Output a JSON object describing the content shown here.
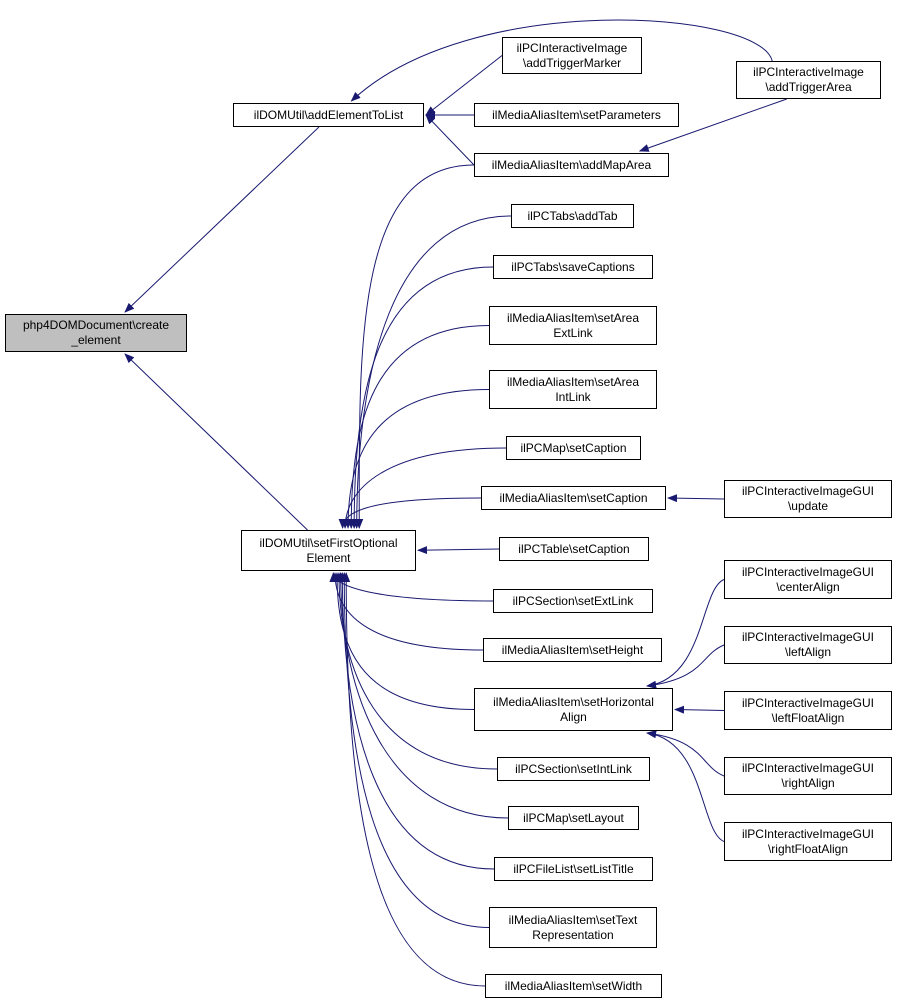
{
  "colors": {
    "edge": "#191970",
    "root_fill": "#bfbfbf",
    "node_fill": "#ffffff",
    "node_border": "#000000"
  },
  "nodes": {
    "create_element": [
      "php4DOMDocument\\create",
      "_element"
    ],
    "addElementToList": [
      "ilDOMUtil\\addElementToList"
    ],
    "setFirstOptionalElement": [
      "ilDOMUtil\\setFirstOptional",
      "Element"
    ],
    "ii_addTriggerMarker": [
      "ilPCInteractiveImage",
      "\\addTriggerMarker"
    ],
    "mai_setParameters": [
      "ilMediaAliasItem\\setParameters"
    ],
    "mai_addMapArea": [
      "ilMediaAliasItem\\addMapArea"
    ],
    "ii_addTriggerArea": [
      "ilPCInteractiveImage",
      "\\addTriggerArea"
    ],
    "tabs_addTab": [
      "ilPCTabs\\addTab"
    ],
    "tabs_saveCaptions": [
      "ilPCTabs\\saveCaptions"
    ],
    "mai_setAreaExtLink": [
      "ilMediaAliasItem\\setArea",
      "ExtLink"
    ],
    "mai_setAreaIntLink": [
      "ilMediaAliasItem\\setArea",
      "IntLink"
    ],
    "map_setCaption": [
      "ilPCMap\\setCaption"
    ],
    "mai_setCaption": [
      "ilMediaAliasItem\\setCaption"
    ],
    "iigui_update": [
      "ilPCInteractiveImageGUI",
      "\\update"
    ],
    "table_setCaption": [
      "ilPCTable\\setCaption"
    ],
    "section_setExtLink": [
      "ilPCSection\\setExtLink"
    ],
    "mai_setHeight": [
      "ilMediaAliasItem\\setHeight"
    ],
    "mai_setHorizontalAlign": [
      "ilMediaAliasItem\\setHorizontal",
      "Align"
    ],
    "iigui_centerAlign": [
      "ilPCInteractiveImageGUI",
      "\\centerAlign"
    ],
    "iigui_leftAlign": [
      "ilPCInteractiveImageGUI",
      "\\leftAlign"
    ],
    "iigui_leftFloatAlign": [
      "ilPCInteractiveImageGUI",
      "\\leftFloatAlign"
    ],
    "iigui_rightAlign": [
      "ilPCInteractiveImageGUI",
      "\\rightAlign"
    ],
    "iigui_rightFloatAlign": [
      "ilPCInteractiveImageGUI",
      "\\rightFloatAlign"
    ],
    "section_setIntLink": [
      "ilPCSection\\setIntLink"
    ],
    "map_setLayout": [
      "ilPCMap\\setLayout"
    ],
    "filelist_setListTitle": [
      "ilPCFileList\\setListTitle"
    ],
    "mai_setTextRepresentation": [
      "ilMediaAliasItem\\setText",
      "Representation"
    ],
    "mai_setWidth": [
      "ilMediaAliasItem\\setWidth"
    ]
  },
  "edges": [
    [
      "addElementToList",
      "create_element"
    ],
    [
      "setFirstOptionalElement",
      "create_element"
    ],
    [
      "ii_addTriggerMarker",
      "addElementToList"
    ],
    [
      "mai_setParameters",
      "addElementToList"
    ],
    [
      "mai_addMapArea",
      "addElementToList"
    ],
    [
      "ii_addTriggerArea",
      "addElementToList"
    ],
    [
      "ii_addTriggerArea",
      "mai_addMapArea"
    ],
    [
      "mai_addMapArea",
      "setFirstOptionalElement"
    ],
    [
      "tabs_addTab",
      "setFirstOptionalElement"
    ],
    [
      "tabs_saveCaptions",
      "setFirstOptionalElement"
    ],
    [
      "mai_setAreaExtLink",
      "setFirstOptionalElement"
    ],
    [
      "mai_setAreaIntLink",
      "setFirstOptionalElement"
    ],
    [
      "map_setCaption",
      "setFirstOptionalElement"
    ],
    [
      "mai_setCaption",
      "setFirstOptionalElement"
    ],
    [
      "iigui_update",
      "mai_setCaption"
    ],
    [
      "table_setCaption",
      "setFirstOptionalElement"
    ],
    [
      "section_setExtLink",
      "setFirstOptionalElement"
    ],
    [
      "mai_setHeight",
      "setFirstOptionalElement"
    ],
    [
      "mai_setHorizontalAlign",
      "setFirstOptionalElement"
    ],
    [
      "iigui_centerAlign",
      "mai_setHorizontalAlign"
    ],
    [
      "iigui_leftAlign",
      "mai_setHorizontalAlign"
    ],
    [
      "iigui_leftFloatAlign",
      "mai_setHorizontalAlign"
    ],
    [
      "iigui_rightAlign",
      "mai_setHorizontalAlign"
    ],
    [
      "iigui_rightFloatAlign",
      "mai_setHorizontalAlign"
    ],
    [
      "section_setIntLink",
      "setFirstOptionalElement"
    ],
    [
      "map_setLayout",
      "setFirstOptionalElement"
    ],
    [
      "filelist_setListTitle",
      "setFirstOptionalElement"
    ],
    [
      "mai_setTextRepresentation",
      "setFirstOptionalElement"
    ],
    [
      "mai_setWidth",
      "setFirstOptionalElement"
    ]
  ]
}
